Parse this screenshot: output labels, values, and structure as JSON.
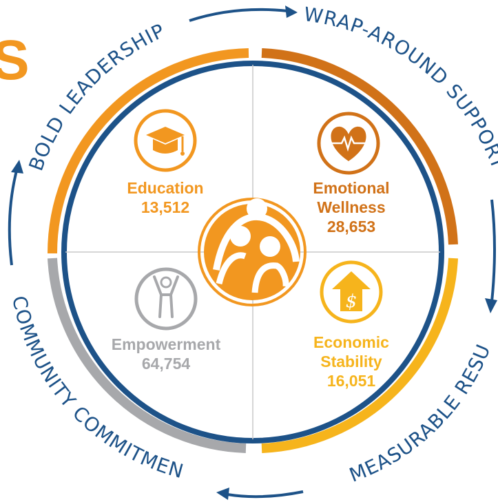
{
  "colors": {
    "orange": "#F29720",
    "dark_orange": "#D17218",
    "gold": "#F6B41C",
    "gray": "#A7A8AB",
    "navy": "#1D5288",
    "divider": "#C8C8C8"
  },
  "partial_letter": "S",
  "ring_labels": {
    "top_left": "BOLD LEADERSHIP",
    "top_right": "WRAP-AROUND SUPPORT",
    "bottom_right": "MEASURABLE RESULTS",
    "bottom_left": "COMMUNITY COMMITMENT"
  },
  "quadrants": {
    "education": {
      "icon": "graduation-cap-icon",
      "name": "Education",
      "count": "13,512"
    },
    "emotional": {
      "icon": "heartbeat-icon",
      "name_line1": "Emotional",
      "name_line2": "Wellness",
      "count": "28,653"
    },
    "empowerment": {
      "icon": "raised-arms-person-icon",
      "name": "Empowerment",
      "count": "64,754"
    },
    "economic": {
      "icon": "dollar-house-icon",
      "name_line1": "Economic",
      "name_line2": "Stability",
      "count": "16,051"
    }
  },
  "center_logo": {
    "icon": "family-logo-icon"
  }
}
